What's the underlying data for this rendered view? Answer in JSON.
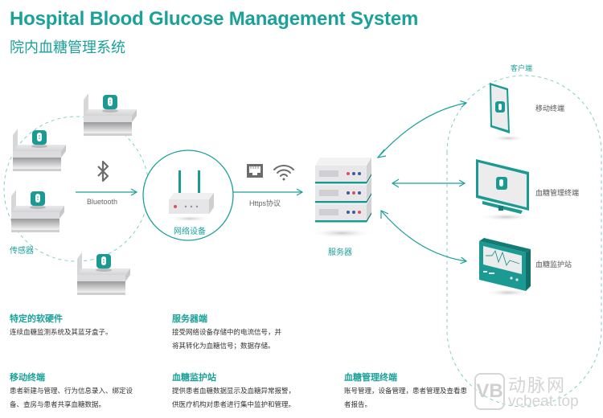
{
  "header": {
    "title_en": "Hospital Blood Glucose Management System",
    "title_cn": "院内血糖管理系统"
  },
  "diagram": {
    "sensors_label": "传感器",
    "bluetooth_label": "Bluetooth",
    "network_device_label": "网络设备",
    "https_label": "Https协议",
    "server_label": "服务器",
    "client_group_label": "客户端",
    "clients": [
      {
        "label": "移动终端"
      },
      {
        "label": "血糖管理终端"
      },
      {
        "label": "血糖监护站"
      }
    ],
    "colors": {
      "accent": "#1aa19a",
      "dashed": "#7fcfc9",
      "device_gray": "#e4e4e4",
      "led_red": "#d9515f",
      "led_blue": "#3a5c9e"
    }
  },
  "sections": [
    {
      "title": "特定的软硬件",
      "body": "连续血糖监测系统及其蓝牙盒子。"
    },
    {
      "title": "服务器端",
      "body_lines": [
        "接受网络设备存储中的电流信号，并",
        "将其转化为血糖信号；数据存储。"
      ]
    },
    {
      "title": "移动终端",
      "body_lines": [
        "患者新建与管理、行为信息录入、绑定设",
        "备、查房与患者共享血糖数据。"
      ]
    },
    {
      "title": "血糖监护站",
      "body_lines": [
        "提供患者血糖数据显示及血糖异常报警，",
        "供医疗机构对患者进行集中监护和管理。"
      ]
    },
    {
      "title": "血糖管理终端",
      "body_lines": [
        "账号管理，设备管理，患者管理及查看患",
        "者报告。"
      ]
    }
  ],
  "watermark": {
    "logo": "VB",
    "cn": "动脉网",
    "domain": "vcbeat.top"
  }
}
